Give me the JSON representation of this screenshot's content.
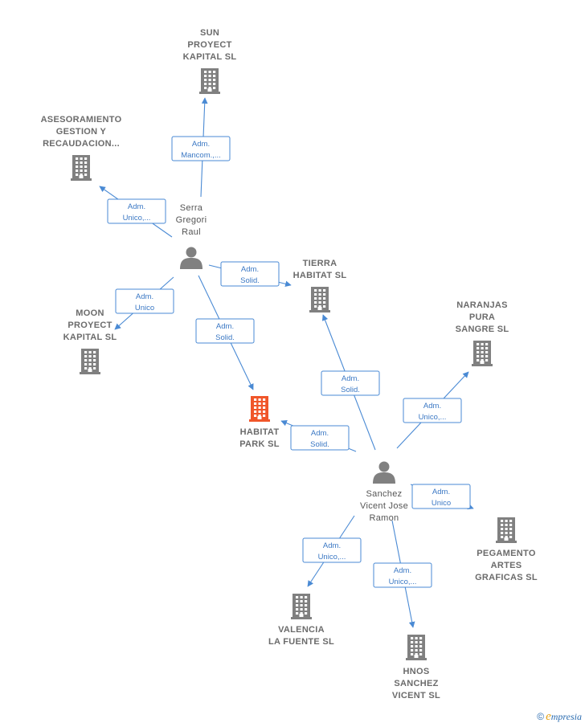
{
  "colors": {
    "edge": "#4a8ad4",
    "company": "#808080",
    "focus": "#f0562a",
    "person": "#808080"
  },
  "nodes": [
    {
      "id": "sun",
      "type": "company",
      "lines": [
        "SUN",
        "PROYECT",
        "KAPITAL  SL"
      ]
    },
    {
      "id": "ases",
      "type": "company",
      "lines": [
        "ASESORAMIENTO",
        "GESTION Y",
        "RECAUDACION..."
      ]
    },
    {
      "id": "moon",
      "type": "company",
      "lines": [
        "MOON",
        "PROYECT",
        "KAPITAL  SL"
      ]
    },
    {
      "id": "tierra",
      "type": "company",
      "lines": [
        "TIERRA",
        "HABITAT  SL"
      ]
    },
    {
      "id": "naranjas",
      "type": "company",
      "lines": [
        "NARANJAS",
        "PURA",
        "SANGRE SL"
      ]
    },
    {
      "id": "habitat",
      "type": "focus",
      "lines": [
        "HABITAT",
        "PARK  SL"
      ]
    },
    {
      "id": "pegamento",
      "type": "company",
      "lines": [
        "PEGAMENTO",
        "ARTES",
        "GRAFICAS  SL"
      ]
    },
    {
      "id": "valencia",
      "type": "company",
      "lines": [
        "VALENCIA",
        "LA FUENTE  SL"
      ]
    },
    {
      "id": "hnos",
      "type": "company",
      "lines": [
        "HNOS",
        "SANCHEZ",
        "VICENT SL"
      ]
    },
    {
      "id": "serra",
      "type": "person",
      "lines": [
        "Serra",
        "Gregori",
        "Raul"
      ]
    },
    {
      "id": "sanchez",
      "type": "person",
      "lines": [
        "Sanchez",
        "Vicent Jose",
        "Ramon"
      ]
    }
  ],
  "edges": [
    {
      "from": "serra",
      "to": "sun",
      "lines": [
        "Adm.",
        "Mancom.,..."
      ]
    },
    {
      "from": "serra",
      "to": "ases",
      "lines": [
        "Adm.",
        "Unico,..."
      ]
    },
    {
      "from": "serra",
      "to": "moon",
      "lines": [
        "Adm.",
        "Unico"
      ]
    },
    {
      "from": "serra",
      "to": "tierra",
      "lines": [
        "Adm.",
        "Solid."
      ]
    },
    {
      "from": "serra",
      "to": "habitat",
      "lines": [
        "Adm.",
        "Solid."
      ]
    },
    {
      "from": "sanchez",
      "to": "habitat",
      "lines": [
        "Adm.",
        "Solid."
      ]
    },
    {
      "from": "sanchez",
      "to": "tierra",
      "lines": [
        "Adm.",
        "Solid."
      ]
    },
    {
      "from": "sanchez",
      "to": "naranjas",
      "lines": [
        "Adm.",
        "Unico,..."
      ]
    },
    {
      "from": "sanchez",
      "to": "pegamento",
      "lines": [
        "Adm.",
        "Unico"
      ]
    },
    {
      "from": "sanchez",
      "to": "valencia",
      "lines": [
        "Adm.",
        "Unico,..."
      ]
    },
    {
      "from": "sanchez",
      "to": "hnos",
      "lines": [
        "Adm.",
        "Unico,..."
      ]
    }
  ],
  "watermark": {
    "copyright": "©",
    "brand_initial": "e",
    "brand_rest": "mpresia"
  }
}
